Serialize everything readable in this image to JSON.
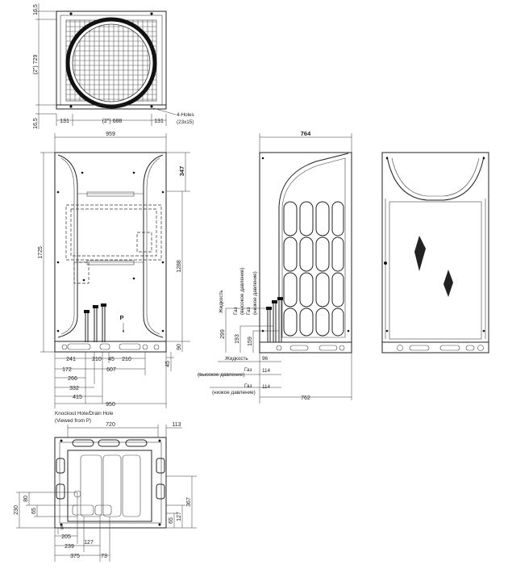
{
  "top_view": {
    "dims": {
      "top_offset": "16,5",
      "height": "(2\") 729",
      "bottom_offset": "16,5",
      "left_edge": "131",
      "width": "(2\") 688",
      "right_edge": "131"
    },
    "holes_note": [
      "4-Holes",
      "(23x15)"
    ]
  },
  "front_view": {
    "dims": {
      "width": "959",
      "height": "1725",
      "top_offset": "347",
      "pipe_height": "1288",
      "base_h1": "90",
      "base_h2": "45",
      "x241": "241",
      "x210a": "210",
      "x45": "45",
      "x210b": "210",
      "x172": "172",
      "x607": "607",
      "x266": "266",
      "x332": "332",
      "x415": "415",
      "x950": "950"
    },
    "view_marker": "P"
  },
  "side_view": {
    "dims": {
      "depth_top": "764",
      "h299": "299",
      "h193": "193",
      "h159": "159",
      "x96": "96",
      "x114a": "114",
      "x114b": "114",
      "depth_bottom": "762"
    },
    "pipe_labels": {
      "liquid_vertical": "Жидкость",
      "gas_vertical": "Газ",
      "gas_high_vertical": "(высокое давление)",
      "gas_low_vertical": "(низкое давление)",
      "liquid": "Жидкость",
      "gas_high": "Газ",
      "gas_high_note": "(высокое давление)",
      "gas_low": "Газ",
      "gas_low_note": "(низкое давление)"
    }
  },
  "base_view": {
    "caption": [
      "Knockout Hole/Drain Hole",
      "(Viewed from P)"
    ],
    "dims": {
      "width_top": "720",
      "right_offset": "113",
      "h230": "230",
      "h80": "80",
      "h65": "65",
      "x5": "5",
      "x205": "205",
      "x127": "127",
      "x239": "239",
      "x375": "375",
      "x73": "73",
      "h367": "367",
      "h127": "127",
      "h65b": "65"
    }
  }
}
